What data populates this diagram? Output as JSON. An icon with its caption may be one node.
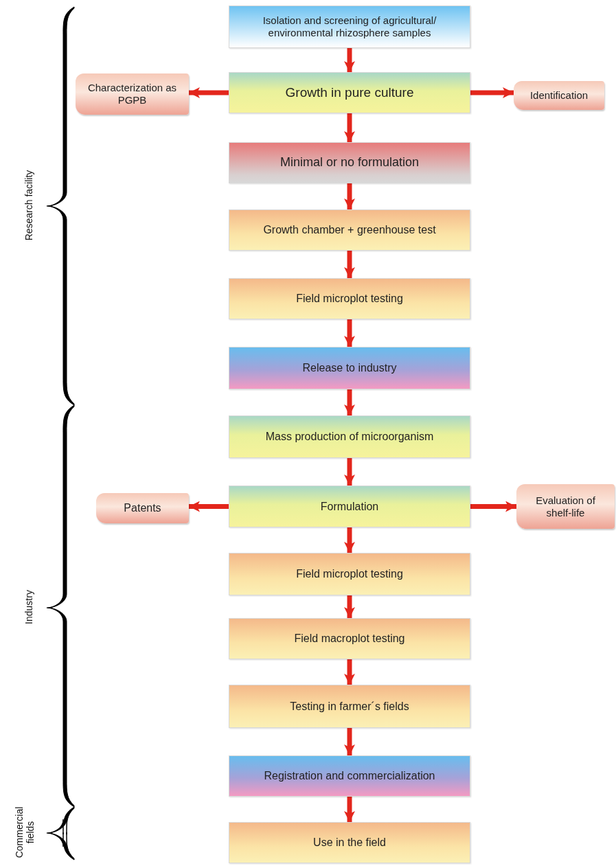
{
  "diagram": {
    "nodes": [
      {
        "text": [
          "Isolation and screening of agricultural/ environmental rhizosphere samples"
        ]
      },
      {
        "text": [
          "Characterization as PGPB"
        ]
      },
      {
        "text": [
          "Growth in pure culture"
        ]
      },
      {
        "text": [
          "Identification"
        ]
      },
      {
        "text": [
          "Minimal or no formulation"
        ]
      },
      {
        "text": [
          "Growth chamber + greenhouse test"
        ]
      },
      {
        "text": [
          "Field microplot testing"
        ]
      },
      {
        "text": [
          "Release to industry"
        ]
      },
      {
        "text": [
          "Mass production of microorganism"
        ]
      },
      {
        "text": [
          "Patents"
        ]
      },
      {
        "text": [
          "Formulation"
        ]
      },
      {
        "text": [
          "Evaluation of shelf-life"
        ]
      },
      {
        "text": [
          "Field microplot testing"
        ]
      },
      {
        "text": [
          "Field macroplot testing"
        ]
      },
      {
        "text": [
          "Testing in farmer´s fields"
        ]
      },
      {
        "text": [
          "Registration and commercialization"
        ]
      },
      {
        "text": [
          "Use in the field"
        ]
      }
    ],
    "edges": [
      {
        "from": 0,
        "to": 2,
        "arrow": "to"
      },
      {
        "from": 2,
        "to": 1,
        "arrow": "to"
      },
      {
        "from": 2,
        "to": 3,
        "arrow": "to"
      },
      {
        "from": 2,
        "to": 4,
        "arrow": "to"
      },
      {
        "from": 4,
        "to": 5,
        "arrow": "to"
      },
      {
        "from": 5,
        "to": 6,
        "arrow": "to"
      },
      {
        "from": 6,
        "to": 7,
        "arrow": "to"
      },
      {
        "from": 7,
        "to": 8,
        "arrow": "to"
      },
      {
        "from": 8,
        "to": 10,
        "arrow": "to"
      },
      {
        "from": 10,
        "to": 9,
        "arrow": "to"
      },
      {
        "from": 10,
        "to": 11,
        "arrow": "to"
      },
      {
        "from": 10,
        "to": 12,
        "arrow": "to"
      },
      {
        "from": 12,
        "to": 13,
        "arrow": "to"
      },
      {
        "from": 13,
        "to": 14,
        "arrow": "to"
      },
      {
        "from": 14,
        "to": 15,
        "arrow": "to"
      },
      {
        "from": 15,
        "to": 16,
        "arrow": "to"
      }
    ],
    "labels": [
      "Research facility",
      "Industry",
      "Commercial fields"
    ]
  }
}
